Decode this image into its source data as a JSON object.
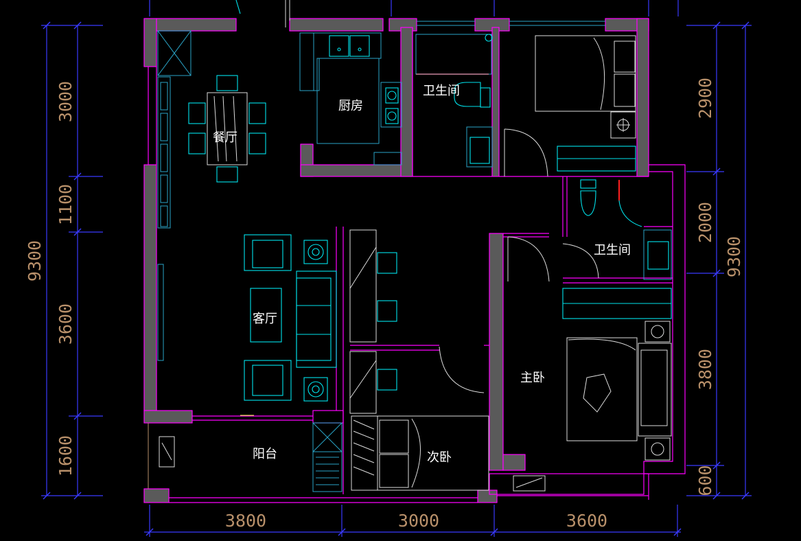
{
  "rooms": {
    "dining": "餐厅",
    "kitchen": "厨房",
    "bath_top": "卫生间",
    "bath_right": "卫生间",
    "living": "客厅",
    "master": "主卧",
    "second": "次卧",
    "balcony": "阳台"
  },
  "dimensions": {
    "left_segments": [
      "3000",
      "1100",
      "3600",
      "1600"
    ],
    "left_total": "9300",
    "right_segments": [
      "2900",
      "2000",
      "3800",
      "600"
    ],
    "right_total": "9300",
    "bottom_segments": [
      "3800",
      "3000",
      "3600"
    ]
  },
  "colors": {
    "wall_outline": "#ff00ff",
    "wall_fill": "#5a5a5a",
    "furniture": "#00e5ee",
    "dimension_text": "#b8906a",
    "dimension_line": "#3a3aff",
    "room_label": "#ffffff"
  }
}
